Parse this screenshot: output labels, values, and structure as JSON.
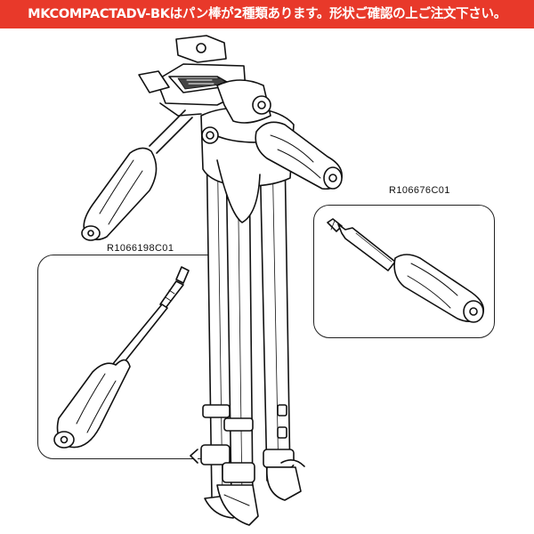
{
  "banner": {
    "text": "MKCOMPACTADV-BKはパン棒が2種類あります。形状ご確認の上ご注文下さい。",
    "background": "#e8392a",
    "text_color": "#ffffff"
  },
  "parts": [
    {
      "code": "R106676C01"
    },
    {
      "code": "R1066198C01"
    }
  ],
  "illustration": {
    "subject_icon": "tripod-with-pan-head-icon",
    "line_color": "#111111"
  }
}
